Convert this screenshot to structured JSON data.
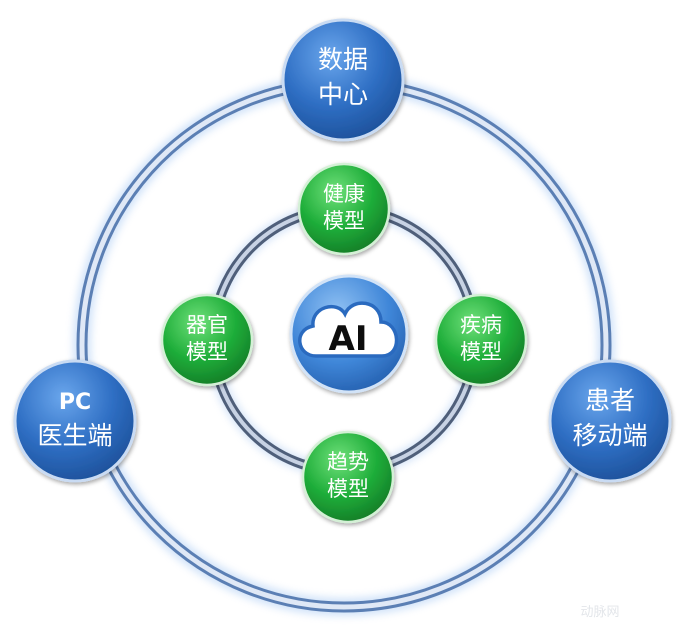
{
  "outer_nodes": [
    {
      "id": "data-center",
      "lines": [
        "数据",
        "中心"
      ]
    },
    {
      "id": "pc-doctor",
      "lines": [
        "PC",
        "医生端"
      ]
    },
    {
      "id": "patient-mobile",
      "lines": [
        "患者",
        "移动端"
      ]
    }
  ],
  "inner_nodes": [
    {
      "id": "health-model",
      "lines": [
        "健康",
        "模型"
      ]
    },
    {
      "id": "disease-model",
      "lines": [
        "疾病",
        "模型"
      ]
    },
    {
      "id": "trend-model",
      "lines": [
        "趋势",
        "模型"
      ]
    },
    {
      "id": "organ-model",
      "lines": [
        "器官",
        "模型"
      ]
    }
  ],
  "center": {
    "label": "AI",
    "icon": "cloud-icon"
  },
  "watermark": "动脉网",
  "colors": {
    "outer_node": "#2f6fc4",
    "inner_node": "#1fae3a",
    "center_node": "#3f86d8",
    "ring": "#b9c9e6"
  }
}
